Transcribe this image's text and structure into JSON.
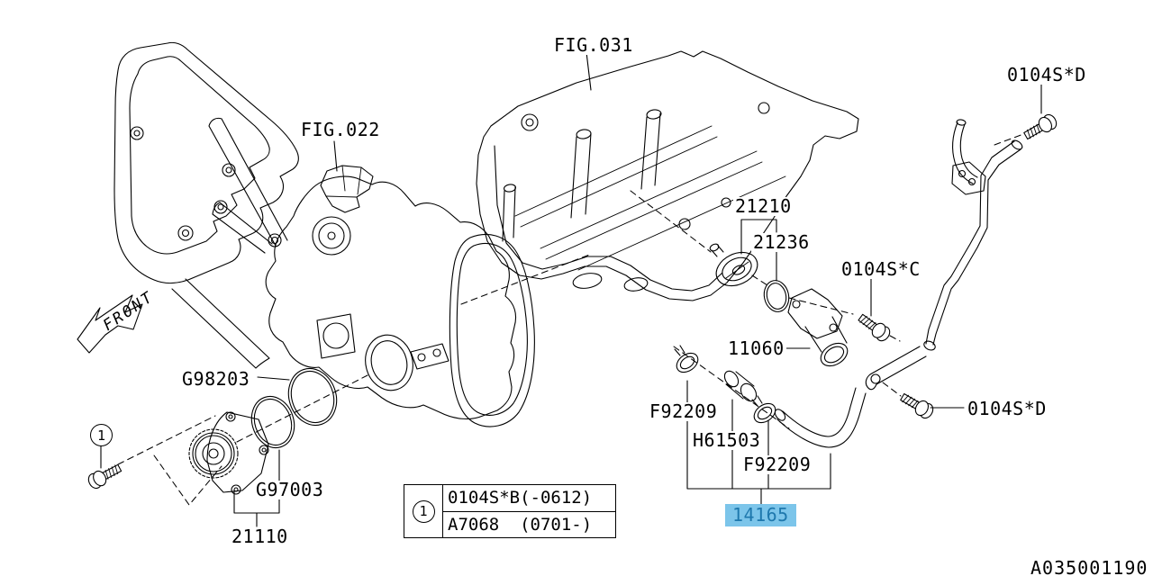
{
  "diagram": {
    "doc_number": "A035001190",
    "highlight_color": "#7cc5ea",
    "line_color": "#000000",
    "labels": {
      "fig031": "FIG.031",
      "fig022": "FIG.022",
      "front": "FRONT",
      "bolt_top_right": "0104S*D",
      "thermostat": "21210",
      "thermo_gasket": "21236",
      "bolt_c": "0104S*C",
      "water_outlet": "11060",
      "clamp_1": "F92209",
      "plug": "H61503",
      "clamp_2": "F92209",
      "hose_selected": "14165",
      "bolt_d_right": "0104S*D",
      "oring_large": "G98203",
      "oring_small": "G97003",
      "water_pump": "21110",
      "callout_1": "1"
    },
    "table": {
      "callout": "1",
      "rows": [
        "0104S*B(-0612)",
        "A7068  (0701-)"
      ]
    }
  }
}
